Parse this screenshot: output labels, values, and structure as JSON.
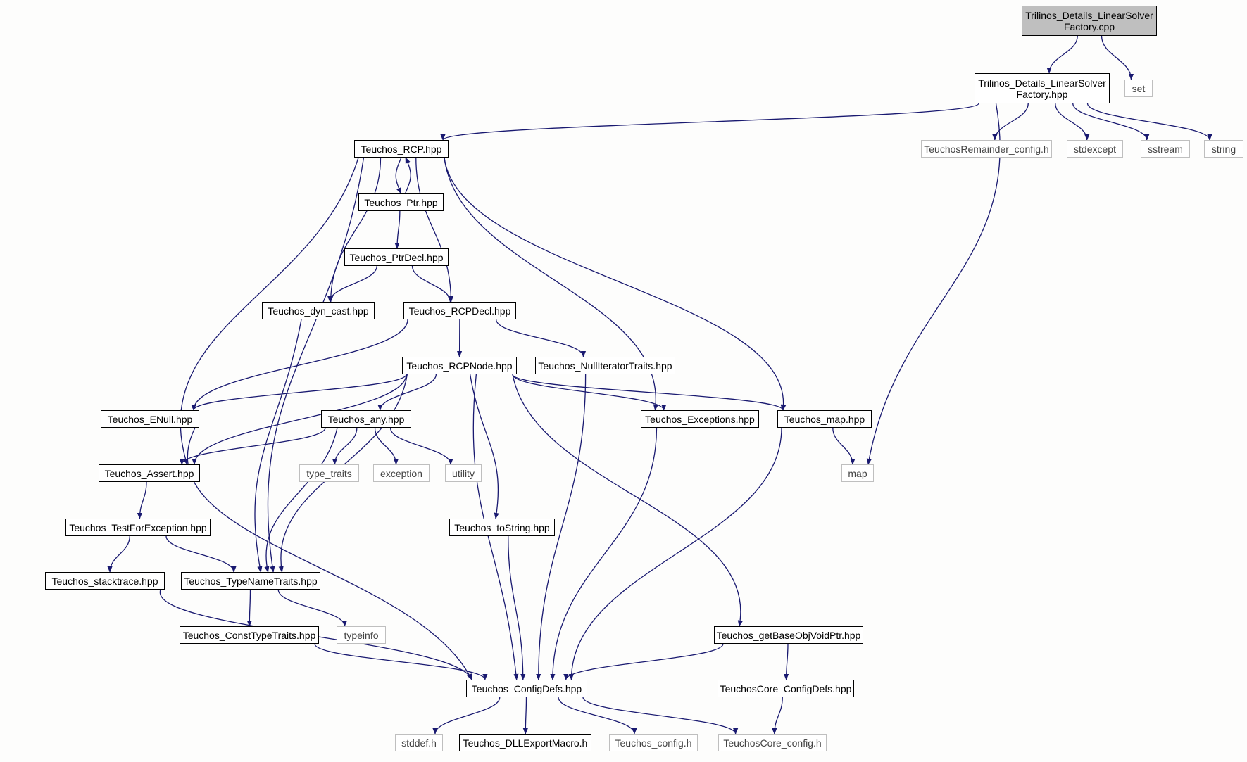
{
  "colors": {
    "edge": "#191970",
    "root_fill": "#bfbfbf",
    "node_border": "#000000",
    "external_border": "#bfbfbf"
  },
  "nodes": [
    {
      "id": "n0",
      "kind": "root",
      "lines": [
        "Trilinos_Details_LinearSolver",
        "Factory.cpp"
      ]
    },
    {
      "id": "n1",
      "kind": "file",
      "lines": [
        "Trilinos_Details_LinearSolver",
        "Factory.hpp"
      ]
    },
    {
      "id": "n2",
      "kind": "ext",
      "lines": [
        "set"
      ]
    },
    {
      "id": "n3",
      "kind": "file",
      "lines": [
        "Teuchos_RCP.hpp"
      ]
    },
    {
      "id": "n4",
      "kind": "ext",
      "lines": [
        "TeuchosRemainder_config.h"
      ]
    },
    {
      "id": "n5",
      "kind": "ext",
      "lines": [
        "stdexcept"
      ]
    },
    {
      "id": "n6",
      "kind": "ext",
      "lines": [
        "sstream"
      ]
    },
    {
      "id": "n7",
      "kind": "ext",
      "lines": [
        "string"
      ]
    },
    {
      "id": "n8",
      "kind": "file",
      "lines": [
        "Teuchos_Ptr.hpp"
      ]
    },
    {
      "id": "n9",
      "kind": "file",
      "lines": [
        "Teuchos_PtrDecl.hpp"
      ]
    },
    {
      "id": "n10",
      "kind": "file",
      "lines": [
        "Teuchos_dyn_cast.hpp"
      ]
    },
    {
      "id": "n11",
      "kind": "file",
      "lines": [
        "Teuchos_RCPDecl.hpp"
      ]
    },
    {
      "id": "n12",
      "kind": "file",
      "lines": [
        "Teuchos_RCPNode.hpp"
      ]
    },
    {
      "id": "n13",
      "kind": "file",
      "lines": [
        "Teuchos_NullIteratorTraits.hpp"
      ]
    },
    {
      "id": "n14",
      "kind": "file",
      "lines": [
        "Teuchos_ENull.hpp"
      ]
    },
    {
      "id": "n15",
      "kind": "file",
      "lines": [
        "Teuchos_any.hpp"
      ]
    },
    {
      "id": "n16",
      "kind": "file",
      "lines": [
        "Teuchos_Exceptions.hpp"
      ]
    },
    {
      "id": "n17",
      "kind": "file",
      "lines": [
        "Teuchos_map.hpp"
      ]
    },
    {
      "id": "n18",
      "kind": "file",
      "lines": [
        "Teuchos_Assert.hpp"
      ]
    },
    {
      "id": "n19",
      "kind": "ext",
      "lines": [
        "type_traits"
      ]
    },
    {
      "id": "n20",
      "kind": "ext",
      "lines": [
        "exception"
      ]
    },
    {
      "id": "n21",
      "kind": "ext",
      "lines": [
        "utility"
      ]
    },
    {
      "id": "n22",
      "kind": "ext",
      "lines": [
        "map"
      ]
    },
    {
      "id": "n23",
      "kind": "file",
      "lines": [
        "Teuchos_TestForException.hpp"
      ]
    },
    {
      "id": "n24",
      "kind": "file",
      "lines": [
        "Teuchos_toString.hpp"
      ]
    },
    {
      "id": "n25",
      "kind": "file",
      "lines": [
        "Teuchos_stacktrace.hpp"
      ]
    },
    {
      "id": "n26",
      "kind": "file",
      "lines": [
        "Teuchos_TypeNameTraits.hpp"
      ]
    },
    {
      "id": "n27",
      "kind": "file",
      "lines": [
        "Teuchos_ConstTypeTraits.hpp"
      ]
    },
    {
      "id": "n28",
      "kind": "ext",
      "lines": [
        "typeinfo"
      ]
    },
    {
      "id": "n29",
      "kind": "file",
      "lines": [
        "Teuchos_getBaseObjVoidPtr.hpp"
      ]
    },
    {
      "id": "n30",
      "kind": "file",
      "lines": [
        "Teuchos_ConfigDefs.hpp"
      ]
    },
    {
      "id": "n31",
      "kind": "file",
      "lines": [
        "TeuchosCore_ConfigDefs.hpp"
      ]
    },
    {
      "id": "n32",
      "kind": "ext",
      "lines": [
        "stddef.h"
      ]
    },
    {
      "id": "n33",
      "kind": "file",
      "lines": [
        "Teuchos_DLLExportMacro.h"
      ]
    },
    {
      "id": "n34",
      "kind": "ext",
      "lines": [
        "Teuchos_config.h"
      ]
    },
    {
      "id": "n35",
      "kind": "ext",
      "lines": [
        "TeuchosCore_config.h"
      ]
    }
  ],
  "edges": [
    [
      "n0",
      "n1"
    ],
    [
      "n0",
      "n2"
    ],
    [
      "n1",
      "n3"
    ],
    [
      "n1",
      "n4"
    ],
    [
      "n1",
      "n5"
    ],
    [
      "n1",
      "n6"
    ],
    [
      "n1",
      "n7"
    ],
    [
      "n1",
      "n22"
    ],
    [
      "n3",
      "n8"
    ],
    [
      "n8",
      "n3"
    ],
    [
      "n3",
      "n10"
    ],
    [
      "n3",
      "n11"
    ],
    [
      "n3",
      "n18"
    ],
    [
      "n3",
      "n26"
    ],
    [
      "n3",
      "n16"
    ],
    [
      "n3",
      "n17"
    ],
    [
      "n8",
      "n9"
    ],
    [
      "n9",
      "n10"
    ],
    [
      "n9",
      "n11"
    ],
    [
      "n10",
      "n26"
    ],
    [
      "n11",
      "n12"
    ],
    [
      "n11",
      "n13"
    ],
    [
      "n11",
      "n14"
    ],
    [
      "n12",
      "n14"
    ],
    [
      "n12",
      "n15"
    ],
    [
      "n12",
      "n18"
    ],
    [
      "n12",
      "n26"
    ],
    [
      "n12",
      "n16"
    ],
    [
      "n12",
      "n17"
    ],
    [
      "n12",
      "n24"
    ],
    [
      "n12",
      "n29"
    ],
    [
      "n12",
      "n30"
    ],
    [
      "n13",
      "n30"
    ],
    [
      "n14",
      "n30"
    ],
    [
      "n15",
      "n18"
    ],
    [
      "n15",
      "n19"
    ],
    [
      "n15",
      "n20"
    ],
    [
      "n15",
      "n21"
    ],
    [
      "n15",
      "n26"
    ],
    [
      "n16",
      "n30"
    ],
    [
      "n17",
      "n22"
    ],
    [
      "n17",
      "n30"
    ],
    [
      "n18",
      "n23"
    ],
    [
      "n23",
      "n25"
    ],
    [
      "n23",
      "n26"
    ],
    [
      "n24",
      "n30"
    ],
    [
      "n25",
      "n30"
    ],
    [
      "n26",
      "n27"
    ],
    [
      "n26",
      "n28"
    ],
    [
      "n27",
      "n30"
    ],
    [
      "n29",
      "n30"
    ],
    [
      "n29",
      "n31"
    ],
    [
      "n31",
      "n35"
    ],
    [
      "n30",
      "n32"
    ],
    [
      "n30",
      "n33"
    ],
    [
      "n30",
      "n34"
    ],
    [
      "n30",
      "n35"
    ]
  ]
}
